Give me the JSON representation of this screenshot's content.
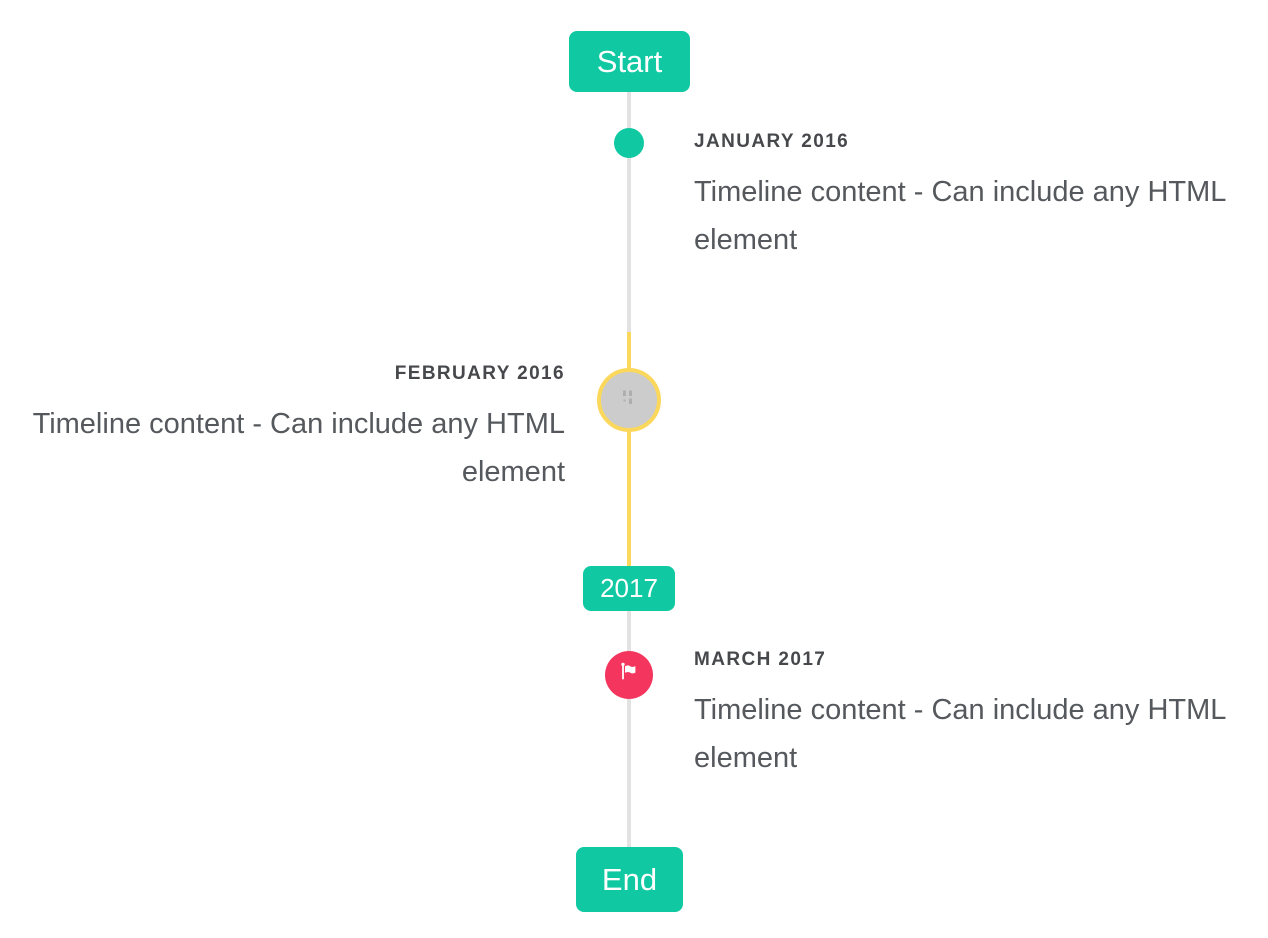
{
  "colors": {
    "teal": "#10c9a2",
    "yellow": "#fbd85c",
    "red": "#f4365e",
    "line-gray": "#e2e2e2",
    "marker-gray": "#cccccc",
    "heading-text": "#46484b",
    "body-text": "#55585c",
    "background": "#ffffff",
    "badge-text": "#ffffff"
  },
  "timeline": {
    "start_label": "Start",
    "year_badge_label": "2017",
    "end_label": "End",
    "events": [
      {
        "date": "JANUARY 2016",
        "content": "Timeline content - Can include any HTML element",
        "side": "right",
        "marker": "teal-dot"
      },
      {
        "date": "FEBRUARY 2016",
        "content": "Timeline content - Can include any HTML element",
        "side": "left",
        "marker": "gray-circle-yellow-ring-broken-image",
        "highlighted_period_color": "#fbd85c"
      },
      {
        "date": "MARCH 2017",
        "content": "Timeline content - Can include any HTML element",
        "side": "right",
        "marker": "red-flag-circle"
      }
    ],
    "icons": {
      "flag": "flag-icon",
      "broken_image": "broken-image-icon"
    }
  }
}
